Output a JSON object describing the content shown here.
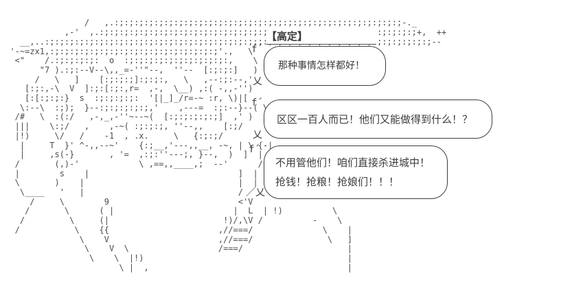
{
  "panel": {
    "type": "ascii-art-comic",
    "background_color": "#ffffff",
    "ink_color": "#3f3f3f",
    "art_color": "#4b4b4b"
  },
  "speaker_label": {
    "text": "【高定】"
  },
  "bubbles": [
    {
      "name": "bubble-1",
      "tail_top": "f´",
      "tail_bottom": "乂",
      "lines": [
        "那种事情怎样都好！"
      ]
    },
    {
      "name": "bubble-2",
      "tail_top": "f´",
      "tail_bottom": "乂",
      "lines": [
        "区区一百人而已！他们又能做得到什么！？"
      ]
    },
    {
      "name": "bubble-3",
      "tail_top": "f´",
      "tail_bottom": "／乂",
      "lines": [
        "不用管他们！咱们直接杀进城中！",
        "抢钱！抢粮！抢娘们！！！"
      ]
    }
  ],
  "art": {
    "lines": [
      "",
      "",
      "                 /   ,.:;:;:;:;:;:;:;:;:;:;:;:;:;:;:;:;:;:;:;:;:;:;:;:;:;:;:;:;:;-._",
      "             ,-'  ,.:;:;:;:;:;:;:;:;:;:;:;:;:;:;:;:;:;:;:;:;:;:;:;:;:;:;:;:;:;:;:;:;+,  ++",
      "    __,..:;:;:;:;:;:;:;:;:;:;:;:;:;:;:;:;:;:;:;:;:;:;:;:;:;:;:;:;:;:;:;:;:;:;:;:;:;:;:;--",
      "  '-~=zx1,:;:;:;:;:;:;:;:;:;:;:;:;:;:;:;:;:;'.,   \\",
      "   <\"    /.:;:;:;:;:  o  :;:;:;:;:;:;:;:;:;:;:,    \\",
      "        \"7 ).:;:--V--\\,,_=-''\"--,  ''--  [:;:;:]   )",
      "       /   \\   ]    [:;:;:;]:;:;:,   \\   ,--:;:--,'",
      "     [:;:,-\\  V  ]:;:[:;:,r=  ,-,  \\__) ,:( -,,-'')",
      "     [:[:;:;:}  s  :;:;:;:;:  '[|_]_/r=-~ :r, \\)|[",
      "    \\:--\\  :;);  }--:;:;:;:;:;,'    ,---=  :;:--}--( \\",
      "   /#   \\  :(:/   ,-,_,-''~--~(  [:;:;:;:;:;]  ,' )",
      "   |||    \\:;/   ,    ,-~( :;:;:;, ''--,,    [:;/",
      "   |!)     \\/   /    -1  , .x.     \\   {:;:;/",
      "    |     T  }' ^-,,--~'    {:;__,'---,,__, -~, | \\ {-|",
      "    |     ,s(-}       , '=  ,:;:''---;, }--,  )  ]  |",
      "   /       (,)-'            \\ ,==,,____,;  --'      /",
      "   |        s    |                              ]  |",
      "   \\       )    |                               |  |",
      "    \\____   '   |                               /",
      "      /     \\        9                          <'V",
      "     /       \\      ( |                        |  L  | !)          \\",
      "    /         \\     (|                       !)/,\\V /          -    \\",
      "   /           \\    {{                      ,//===/              \\    |",
      "                \\    V                      ,//===/               \\   ]",
      "                 \\    V  \\                  /===/                     |",
      "                  \\    \\  |!)                                         |",
      "                        \\ |  ,                                        |",
      "",
      ""
    ]
  }
}
